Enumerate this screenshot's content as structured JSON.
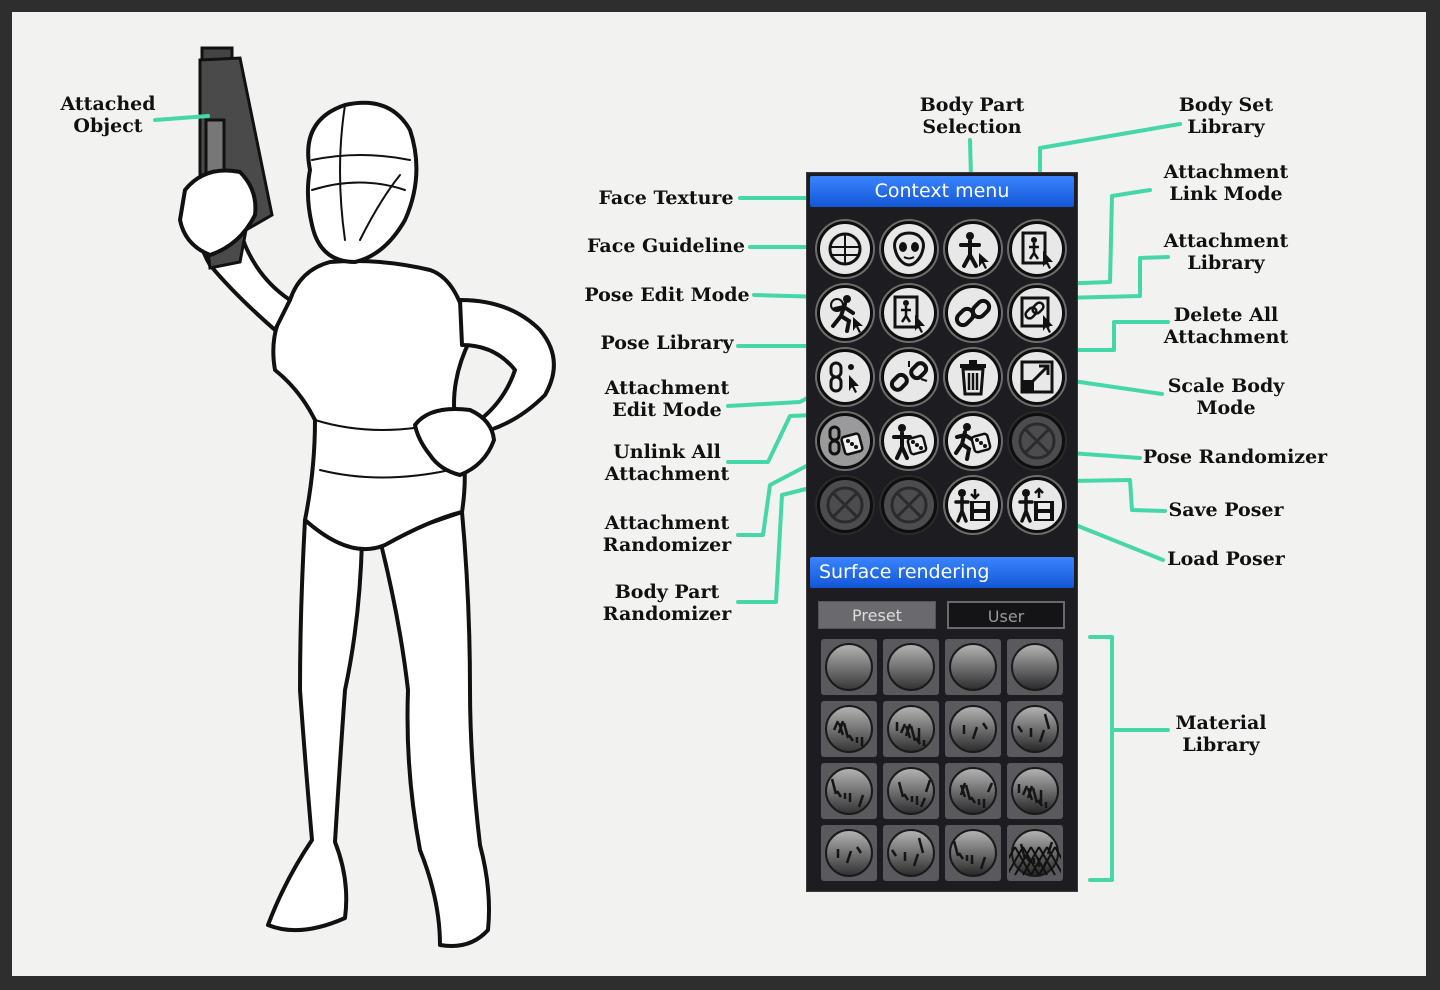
{
  "callouts": {
    "attached_object": "Attached\nObject",
    "face_texture": "Face Texture",
    "face_guideline": "Face Guideline",
    "pose_edit_mode": "Pose Edit Mode",
    "pose_library": "Pose Library",
    "attachment_edit_mode": "Attachment\nEdit Mode",
    "unlink_all_attachment": "Unlink All\nAttachment",
    "attachment_randomizer": "Attachment\nRandomizer",
    "body_part_randomizer": "Body Part\nRandomizer",
    "body_part_selection": "Body Part\nSelection",
    "body_set_library": "Body Set\nLibrary",
    "attachment_link_mode": "Attachment\nLink Mode",
    "attachment_library": "Attachment\nLibrary",
    "delete_all_attachment": "Delete All\nAttachment",
    "scale_body_mode": "Scale Body\nMode",
    "pose_randomizer": "Pose Randomizer",
    "save_poser": "Save Poser",
    "load_poser": "Load Poser",
    "material_library": "Material\nLibrary"
  },
  "panel": {
    "context_menu_title": "Context menu",
    "surface_rendering_title": "Surface rendering",
    "tabs": {
      "preset": "Preset",
      "user": "User"
    },
    "buttons": [
      "face-guideline-button",
      "face-texture-button",
      "body-part-selection-button",
      "body-set-library-button",
      "pose-edit-mode-button",
      "pose-library-button",
      "attachment-link-mode-button",
      "attachment-library-button",
      "attachment-edit-mode-button",
      "unlink-all-attachment-button",
      "delete-all-attachment-button",
      "scale-body-mode-button",
      "attachment-randomizer-button",
      "body-part-randomizer-button",
      "pose-randomizer-button",
      "disabled-slot",
      "disabled-slot",
      "disabled-slot",
      "save-poser-button",
      "load-poser-button"
    ],
    "materials": 16
  },
  "colors": {
    "callout_line": "#46d7a8",
    "header_gradient_top": "#3a84ff",
    "header_gradient_bottom": "#1357d6",
    "panel_bg": "#1d1d21"
  }
}
